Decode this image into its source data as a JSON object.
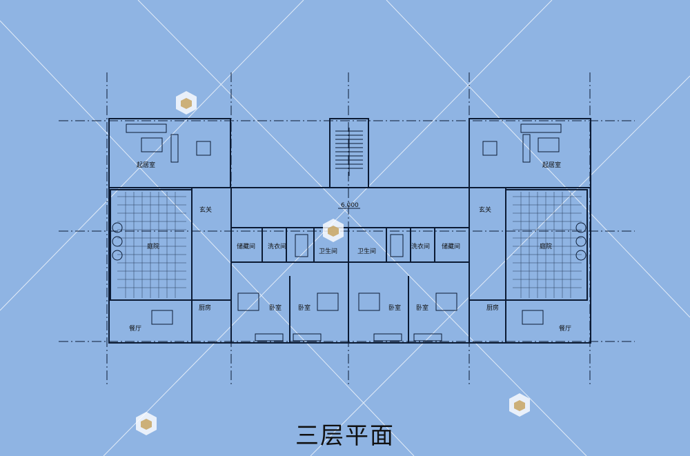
{
  "drawing": {
    "title": "三层平面",
    "elevation": "6.000",
    "rooms": {
      "living_left": "起居室",
      "living_right": "起居室",
      "foyer_left": "玄关",
      "foyer_right": "玄关",
      "courtyard_left": "庭院",
      "courtyard_right": "庭院",
      "storage_left": "储藏间",
      "storage_right": "储藏间",
      "laundry_left": "洗衣间",
      "laundry_right": "洗衣间",
      "bath_left": "卫生间",
      "bath_right": "卫生间",
      "kitchen_left": "厨房",
      "kitchen_right": "厨房",
      "dining_left": "餐厅",
      "dining_right": "餐厅",
      "bedroom_1": "卧室",
      "bedroom_2": "卧室",
      "bedroom_3": "卧室",
      "bedroom_4": "卧室"
    }
  },
  "colors": {
    "background": "#8fb4e3",
    "lines": "#0b1a33",
    "watermark": "#ffffff"
  },
  "icons": [
    "logo-cube-icon",
    "stair-icon",
    "furniture-icon"
  ]
}
